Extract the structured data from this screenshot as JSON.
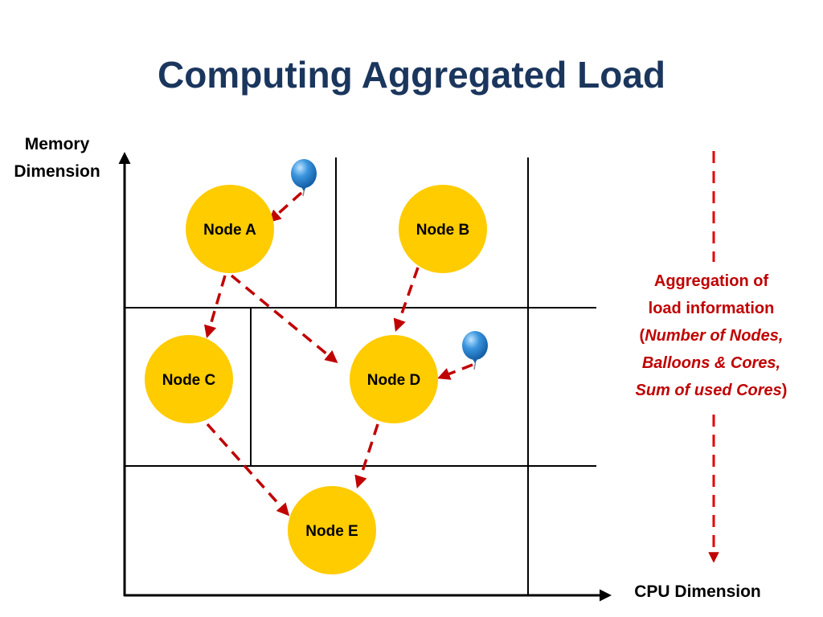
{
  "title": "Computing Aggregated Load",
  "axes": {
    "y_label_line1": "Memory",
    "y_label_line2": "Dimension",
    "x_label": "CPU Dimension"
  },
  "nodes": [
    {
      "id": "A",
      "label": "Node A"
    },
    {
      "id": "B",
      "label": "Node B"
    },
    {
      "id": "C",
      "label": "Node C"
    },
    {
      "id": "D",
      "label": "Node D"
    },
    {
      "id": "E",
      "label": "Node E"
    }
  ],
  "aggregation": {
    "line1": "Aggregation of",
    "line2": "load information",
    "open_paren": "(",
    "detail_line1": "Number of Nodes,",
    "detail_line2": "Balloons & Cores,",
    "detail_line3": "Sum of used Cores",
    "close_paren": ")"
  },
  "colors": {
    "title": "#1b365d",
    "node_fill": "#ffcc00",
    "arrow": "#c00000",
    "balloon": "#2e86d0"
  }
}
